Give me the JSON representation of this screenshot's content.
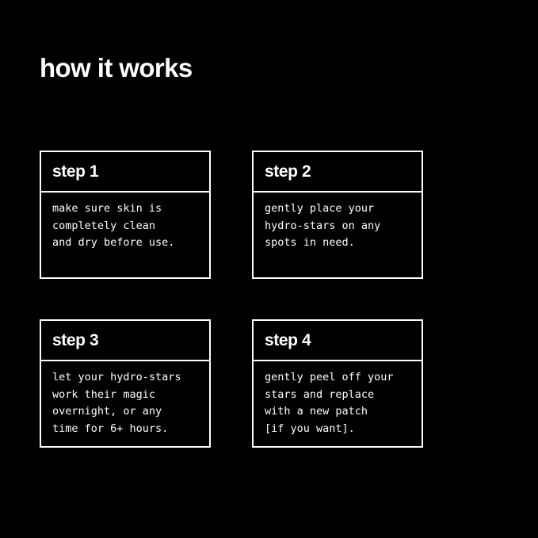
{
  "page": {
    "title": "how it works",
    "background_color": "#000000",
    "foreground_color": "#ffffff"
  },
  "cards": [
    {
      "header": "step 1",
      "body": "make sure skin is\ncompletely clean\nand dry before use."
    },
    {
      "header": "step 2",
      "body": "gently place your\nhydro-stars on any\nspots in need."
    },
    {
      "header": "step 3",
      "body": "let your hydro-stars\nwork their magic\novernight, or any\ntime for 6+ hours."
    },
    {
      "header": "step 4",
      "body": "gently peel off your\nstars and replace\nwith a new patch\n[if you want]."
    }
  ]
}
